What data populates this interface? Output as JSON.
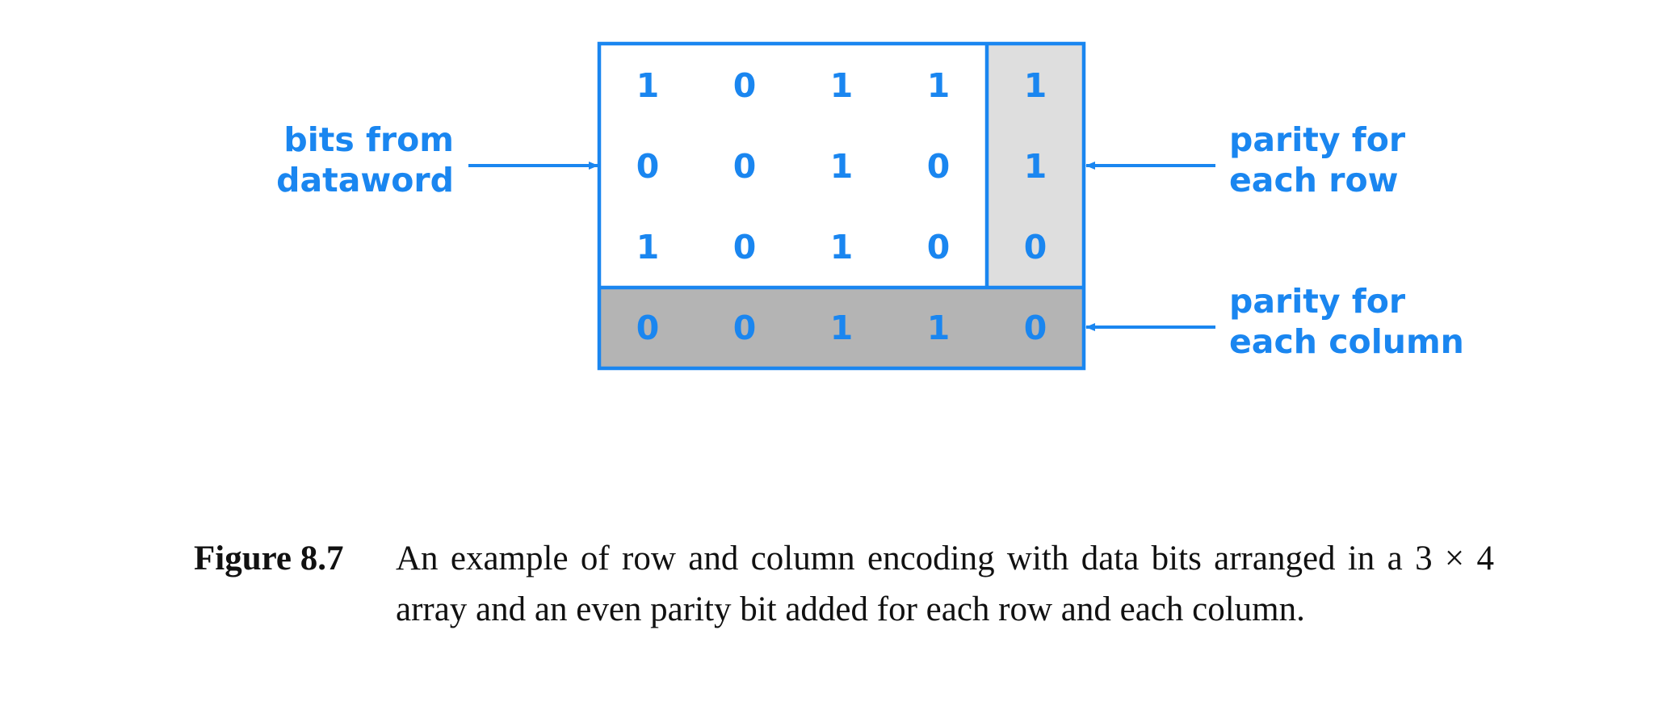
{
  "grid": {
    "data_rows": [
      [
        "1",
        "0",
        "1",
        "1"
      ],
      [
        "0",
        "0",
        "1",
        "0"
      ],
      [
        "1",
        "0",
        "1",
        "0"
      ]
    ],
    "row_parity": [
      "1",
      "1",
      "0"
    ],
    "column_parity": [
      "0",
      "0",
      "1",
      "1"
    ],
    "corner_parity": "0"
  },
  "labels": {
    "left_line1": "bits from",
    "left_line2": "dataword",
    "row_parity_line1": "parity for",
    "row_parity_line2": "each row",
    "col_parity_line1": "parity for",
    "col_parity_line2": "each column"
  },
  "caption": {
    "number": "Figure 8.7",
    "text": "An example of row and column encoding with data bits arranged in a 3 × 4 array and an even parity bit added for each row and each column."
  },
  "colors": {
    "accent": "#1a86f0",
    "row_parity_fill": "#dedede",
    "column_parity_fill": "#b4b4b4"
  }
}
